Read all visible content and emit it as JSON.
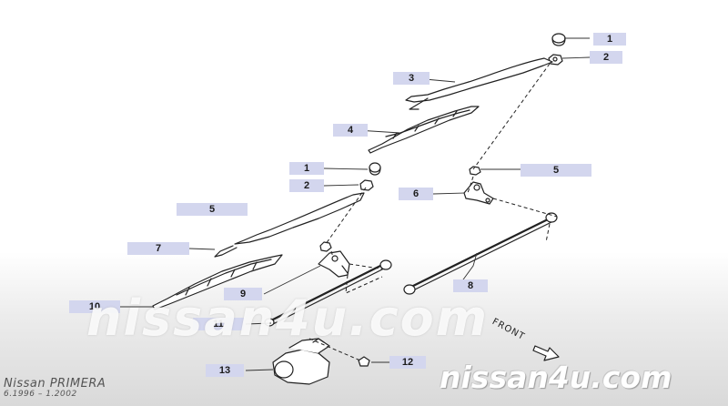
{
  "callouts": [
    {
      "id": "c1a",
      "label": "1"
    },
    {
      "id": "c2a",
      "label": "2"
    },
    {
      "id": "c3",
      "label": "3"
    },
    {
      "id": "c4",
      "label": "4"
    },
    {
      "id": "c1b",
      "label": "1"
    },
    {
      "id": "c2b",
      "label": "2"
    },
    {
      "id": "c5a",
      "label": "5"
    },
    {
      "id": "c6",
      "label": "6"
    },
    {
      "id": "c5b",
      "label": "5"
    },
    {
      "id": "c7",
      "label": "7"
    },
    {
      "id": "c9",
      "label": "9"
    },
    {
      "id": "c10",
      "label": "10"
    },
    {
      "id": "c8",
      "label": "8"
    },
    {
      "id": "c11",
      "label": "11"
    },
    {
      "id": "c12",
      "label": "12"
    },
    {
      "id": "c13",
      "label": "13"
    }
  ],
  "front_label": "FRONT",
  "watermark_center": "nissan4u.com",
  "watermark_bottom": "nissan4u.com",
  "model_name": "Nissan PRIMERA",
  "model_period": "6.1996 – 1.2002"
}
